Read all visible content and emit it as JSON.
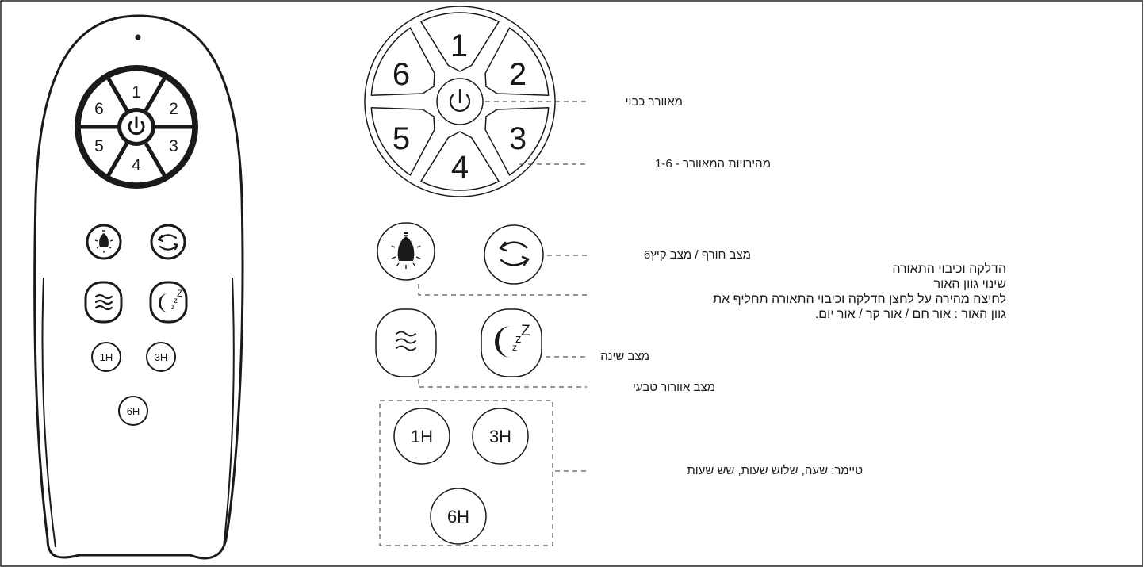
{
  "remote": {
    "speed_buttons": [
      "1",
      "2",
      "3",
      "4",
      "5",
      "6"
    ],
    "timer_buttons": [
      "1H",
      "3H",
      "6H"
    ]
  },
  "detail": {
    "speed_buttons": [
      "1",
      "2",
      "3",
      "4",
      "5",
      "6"
    ],
    "timer_buttons": [
      "1H",
      "3H",
      "6H"
    ]
  },
  "labels": {
    "power_off": "מאוורר כבוי",
    "speeds": "מהירויות המאוורר - 1-6",
    "winter_summer": "מצב חורף / מצב קיץ6",
    "light_title": "הדלקה וכיבוי התאורה",
    "light_line2": "שינוי גוון האור",
    "light_line3": "לחיצה מהירה על לחצן הדלקה וכיבוי התאורה תחליף את",
    "light_line4": "גוון האור : אור חם / אור קר / אור יום.",
    "sleep_mode": "מצב שינה",
    "natural_breeze": "מצב אוורור טבעי",
    "timer": "טיימר: שעה, שלוש שעות, שש שעות"
  },
  "icons": {
    "power": "power-icon",
    "light": "light-bulb-icon",
    "winter_summer": "rotate-arrows-icon",
    "natural_breeze": "waves-icon",
    "sleep": "moon-zzz-icon"
  },
  "colors": {
    "ink": "#1a1a1a",
    "remote_body": "#ffffff",
    "dashed_line": "#555555"
  }
}
